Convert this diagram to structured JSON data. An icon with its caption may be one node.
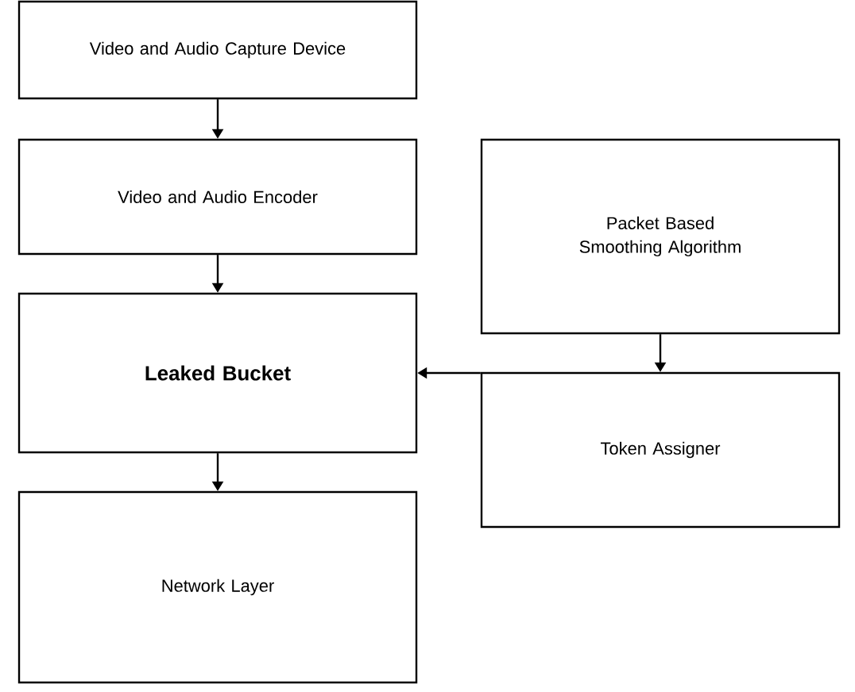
{
  "diagram": {
    "nodes": [
      {
        "text": [
          "Video and Audio Capture Device"
        ]
      },
      {
        "text": [
          "Video and Audio Encoder"
        ]
      },
      {
        "text": [
          "Leaked Bucket"
        ]
      },
      {
        "text": [
          "Network Layer"
        ]
      },
      {
        "text": [
          "Packet Based Smoothing Algorithm"
        ]
      },
      {
        "text": [
          "Token Assigner"
        ]
      }
    ],
    "edges": [
      {
        "from": 0,
        "to": 1,
        "arrow": "to"
      },
      {
        "from": 1,
        "to": 2,
        "arrow": "to"
      },
      {
        "from": 2,
        "to": 3,
        "arrow": "to"
      },
      {
        "from": 4,
        "to": 5,
        "arrow": "to"
      },
      {
        "from": 5,
        "to": 2,
        "arrow": "to"
      }
    ]
  }
}
